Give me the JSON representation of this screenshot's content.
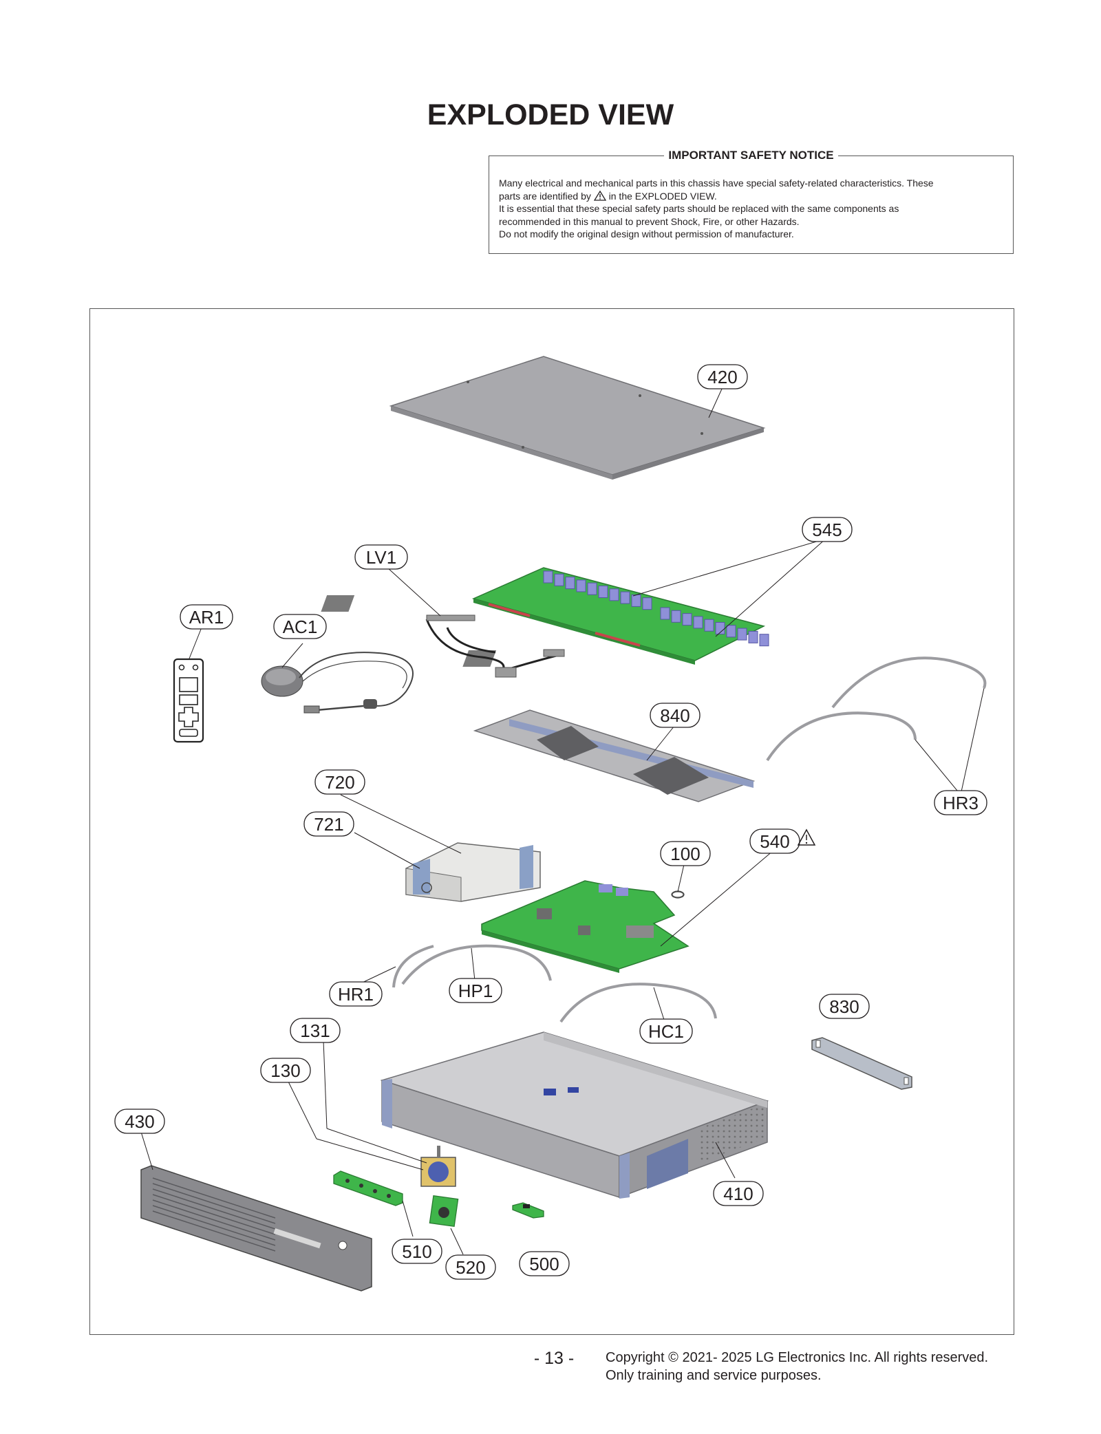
{
  "page": {
    "title": "EXPLODED VIEW",
    "page_number": "- 13 -",
    "copyright_line1": "Copyright © 2021- 2025 LG Electronics Inc. All rights reserved.",
    "copyright_line2": "Only training and service purposes."
  },
  "notice": {
    "heading": "IMPORTANT SAFETY NOTICE",
    "line1": "Many electrical and mechanical parts in this chassis have special safety-related characteristics. These",
    "line2a": "parts are identified by",
    "line2b": "in the EXPLODED VIEW.",
    "line3": "It is essential that these special safety parts should be replaced with the same components as",
    "line4": "recommended in this manual to prevent Shock, Fire, or other Hazards.",
    "line5": "Do not modify the original design without permission of manufacturer."
  },
  "callouts": {
    "c420": "420",
    "c545": "545",
    "lv1": "LV1",
    "ar1": "AR1",
    "ac1": "AC1",
    "c840": "840",
    "hr3": "HR3",
    "c720": "720",
    "c721": "721",
    "c100": "100",
    "c540": "540",
    "hr1": "HR1",
    "hp1": "HP1",
    "c830": "830",
    "hc1": "HC1",
    "c131": "131",
    "c130": "130",
    "c430": "430",
    "c410": "410",
    "c510": "510",
    "c520": "520",
    "c500": "500"
  },
  "colors": {
    "pcb_green": "#3fb54a",
    "chip_blue": "#8f90d8",
    "metal_gray": "#a5a5a9",
    "line": "#231f20"
  }
}
